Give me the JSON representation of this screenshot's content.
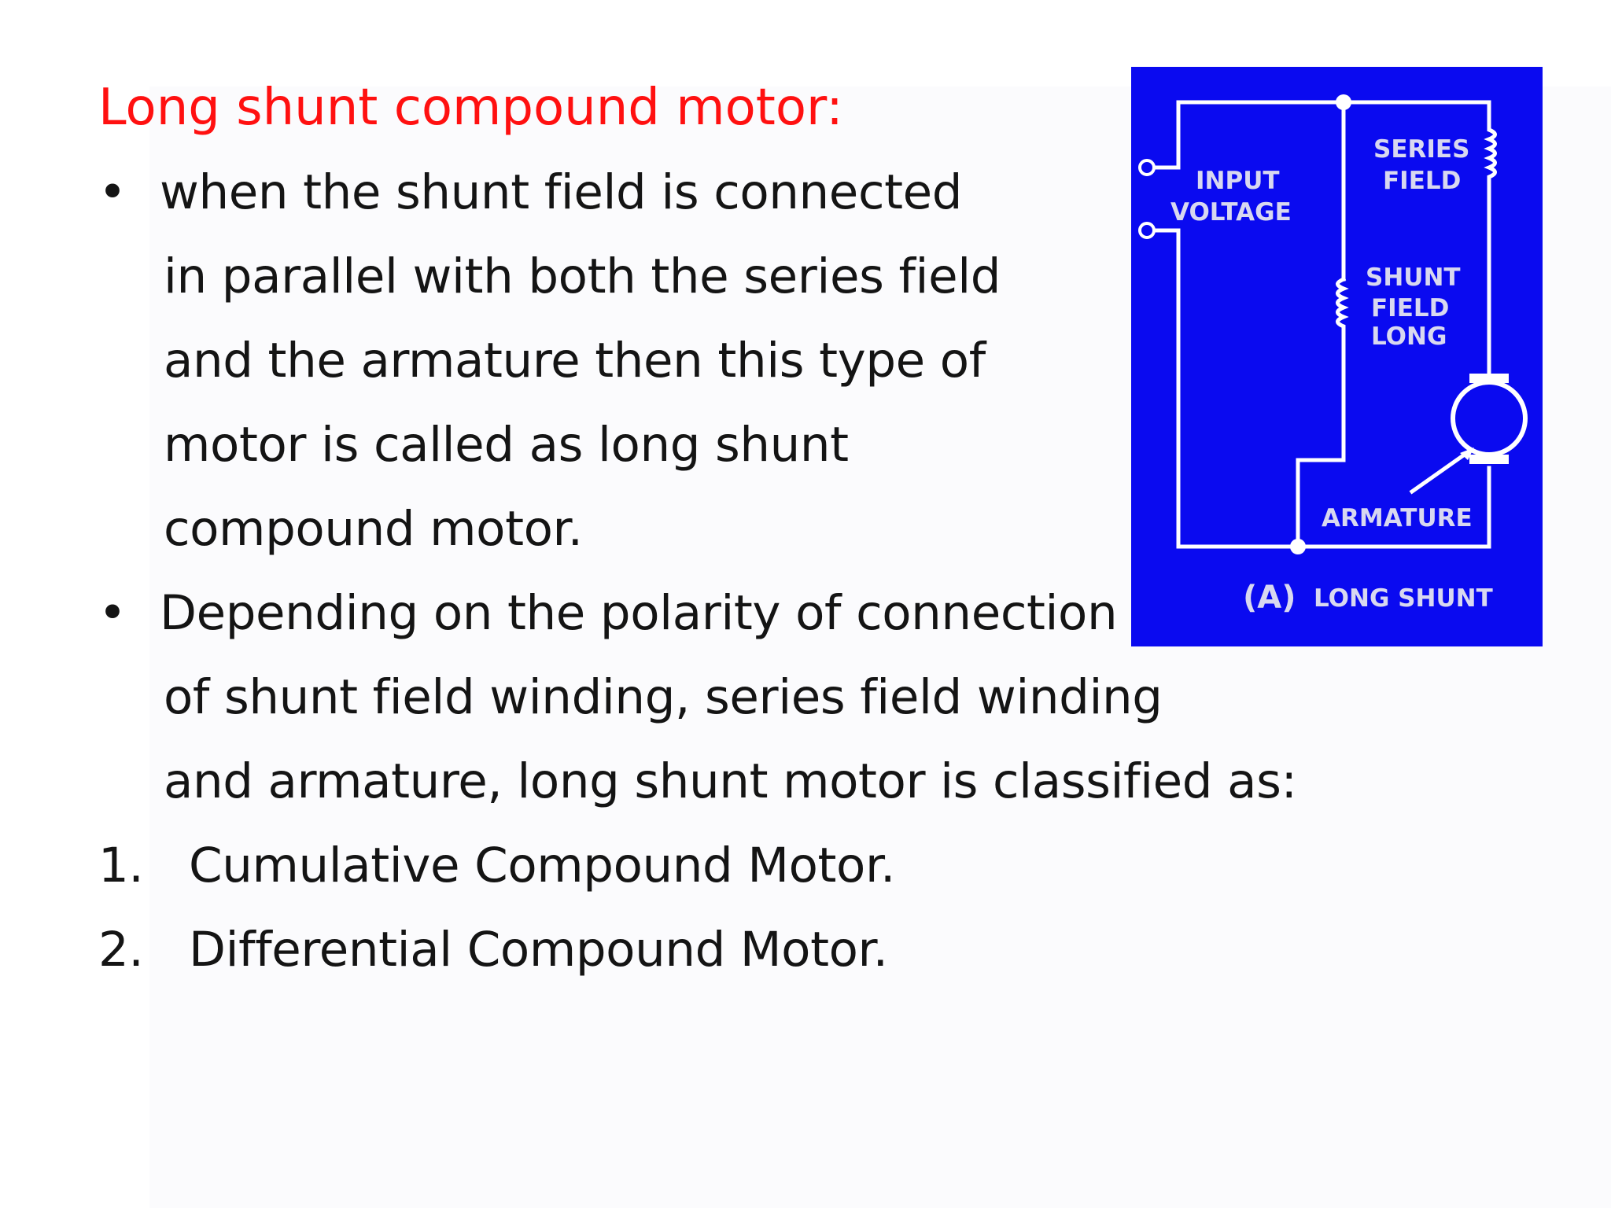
{
  "slide": {
    "title": "Long shunt compound motor:",
    "bullets": [
      {
        "symbol": "•",
        "lines": [
          "when the shunt field is connected",
          "in parallel with both the series field",
          "and the armature then this type of",
          "motor is called as long shunt",
          "compound motor."
        ]
      },
      {
        "symbol": "•",
        "lines": [
          "Depending on the polarity of connection",
          "of shunt field winding, series field winding",
          "and armature, long shunt motor is classified as:"
        ]
      }
    ],
    "numbered": [
      {
        "number": "1.",
        "text": "Cumulative Compound Motor."
      },
      {
        "number": "2.",
        "text": "Differential Compound Motor."
      }
    ]
  },
  "diagram": {
    "labels": {
      "input": "INPUT",
      "voltage": "VOLTAGE",
      "series": "SERIES",
      "series_field": "FIELD",
      "shunt": "SHUNT",
      "shunt_field": "FIELD",
      "shunt_long": "LONG",
      "armature": "ARMATURE",
      "caption_letter": "(A)",
      "caption_text": "LONG SHUNT"
    },
    "colors": {
      "background": "#0a0af0",
      "wire": "#ffffff",
      "label": "#d8d8f0"
    }
  },
  "colors": {
    "title": "#ff1010",
    "text": "#141414"
  }
}
